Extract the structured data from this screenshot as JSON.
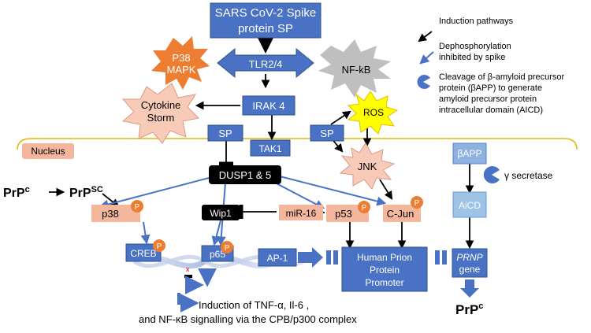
{
  "colors": {
    "blue": "#4a72c4",
    "blue_border": "#2f528f",
    "salmon": "#f4b69c",
    "orange": "#ed7d31",
    "black": "#000000",
    "nucleus_line": "#e6b800",
    "grey": "#bfbfbf",
    "yellow": "#ffff00",
    "light_blue": "#8fb1e0",
    "pale_blue": "#9dc3e6"
  },
  "nodes": {
    "spike_line1": "SARS CoV-2 Spike",
    "spike_line2": "protein SP",
    "tlr": "TLR2/4",
    "p38mapk_line1": "P38",
    "p38mapk_line2": "MAPK",
    "nfkb": "NF-kB",
    "irak4": "IRAK 4",
    "cytokine_line1": "Cytokine",
    "cytokine_line2": "Storm",
    "sp_left": "SP",
    "sp_right": "SP",
    "ros": "ROS",
    "tak1": "TAK1",
    "nucleus": "Nucleus",
    "dusp": "DUSP1 & 5",
    "jnk": "JNK",
    "bapp": "βAPP",
    "gamma_secretase": "γ secretase",
    "aicd": "AiCD",
    "prpc_left": "PrP",
    "prpc_left_sup": "c",
    "prpsc": "PrP",
    "prpsc_sup": "SC",
    "p38": "p38",
    "wip1": "Wip1",
    "mir16": "miR-16",
    "p53": "p53",
    "cjun": "C-Jun",
    "phospho": "P",
    "creb": "CREB",
    "p65": "p65",
    "ap1": "AP-1",
    "promoter_line1": "Human Prion",
    "promoter_line2": "Protein",
    "promoter_line3": "Promoter",
    "prnp_line1": "PRNP",
    "prnp_line2": "gene",
    "prpc_bottom": "PrP",
    "prpc_bottom_sup": "c",
    "dna_x": "x",
    "induction_line1": "Induction of TNF-α, Il-6 ,",
    "induction_line2": "and NF-κB signalling via the CPB/p300 complex"
  },
  "legend": {
    "induction": "Induction pathways",
    "dephos_line1": "Dephosphorylation",
    "dephos_line2": "inhibited by spike",
    "cleavage_line1": "Cleavage of β-amyloid precursor",
    "cleavage_line2": "protein (βAPP) to generate",
    "cleavage_line3": "amyloid precursor protein",
    "cleavage_line4": "intracellular domain  (AICD)"
  }
}
